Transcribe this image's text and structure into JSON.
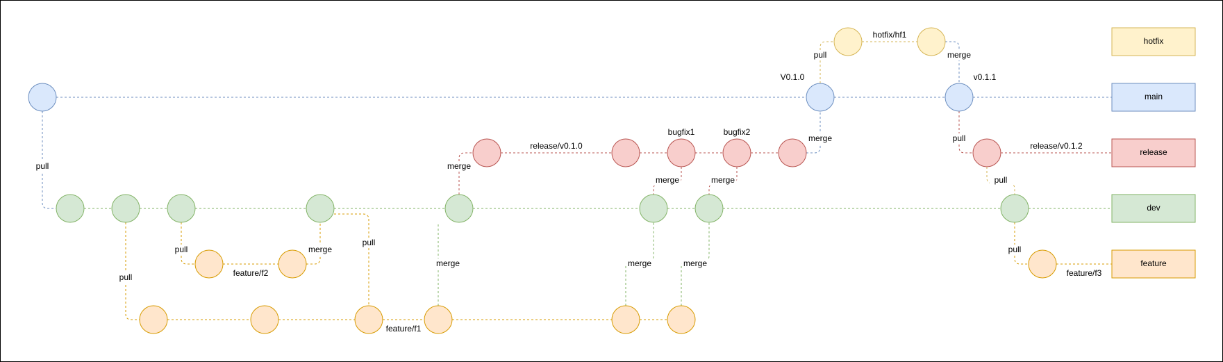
{
  "colors": {
    "hotfix": {
      "fill": "#fff2cc",
      "stroke": "#d6b656"
    },
    "main": {
      "fill": "#dae8fc",
      "stroke": "#6c8ebf"
    },
    "release": {
      "fill": "#f8cecc",
      "stroke": "#b85450"
    },
    "dev": {
      "fill": "#d5e8d4",
      "stroke": "#82b366"
    },
    "feature": {
      "fill": "#ffe6cc",
      "stroke": "#d79b00"
    }
  },
  "legend": [
    {
      "branch": "hotfix",
      "label": "hotfix"
    },
    {
      "branch": "main",
      "label": "main"
    },
    {
      "branch": "release",
      "label": "release"
    },
    {
      "branch": "dev",
      "label": "dev"
    },
    {
      "branch": "feature",
      "label": "feature"
    }
  ],
  "nodes": [
    {
      "id": "m0",
      "branch": "main"
    },
    {
      "id": "m1",
      "branch": "main"
    },
    {
      "id": "m2",
      "branch": "main"
    },
    {
      "id": "h1",
      "branch": "hotfix"
    },
    {
      "id": "h2",
      "branch": "hotfix"
    },
    {
      "id": "r1",
      "branch": "release"
    },
    {
      "id": "r2",
      "branch": "release"
    },
    {
      "id": "r3",
      "branch": "release"
    },
    {
      "id": "r4",
      "branch": "release"
    },
    {
      "id": "r5",
      "branch": "release"
    },
    {
      "id": "r6",
      "branch": "release"
    },
    {
      "id": "d1",
      "branch": "dev"
    },
    {
      "id": "d2",
      "branch": "dev"
    },
    {
      "id": "d3",
      "branch": "dev"
    },
    {
      "id": "d4",
      "branch": "dev"
    },
    {
      "id": "d5",
      "branch": "dev"
    },
    {
      "id": "d6",
      "branch": "dev"
    },
    {
      "id": "d7",
      "branch": "dev"
    },
    {
      "id": "d8",
      "branch": "dev"
    },
    {
      "id": "f2a",
      "branch": "feature"
    },
    {
      "id": "f2b",
      "branch": "feature"
    },
    {
      "id": "f3",
      "branch": "feature"
    },
    {
      "id": "f1a",
      "branch": "feature"
    },
    {
      "id": "f1b",
      "branch": "feature"
    },
    {
      "id": "f1c",
      "branch": "feature"
    },
    {
      "id": "f1d",
      "branch": "feature"
    },
    {
      "id": "f1e",
      "branch": "feature"
    },
    {
      "id": "f1f",
      "branch": "feature"
    }
  ],
  "labels": {
    "v010": "V0.1.0",
    "v011": "v0.1.1",
    "hotfix_hf1": "hotfix/hf1",
    "release_v010": "release/v0.1.0",
    "release_v012": "release/v0.1.2",
    "bugfix1": "bugfix1",
    "bugfix2": "bugfix2",
    "feature_f1": "feature/f1",
    "feature_f2": "feature/f2",
    "feature_f3": "feature/f3",
    "pull": "pull",
    "merge": "merge"
  }
}
